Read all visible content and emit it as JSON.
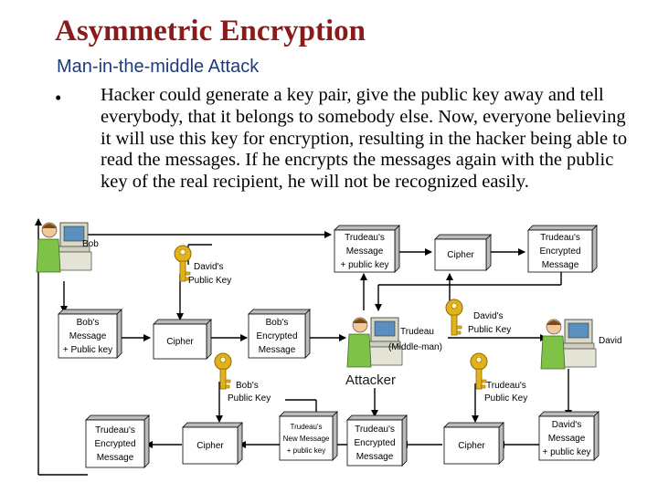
{
  "slide": {
    "title": "Asymmetric Encryption",
    "subtitle": "Man-in-the-middle Attack",
    "bullet": "•",
    "text": "Hacker could generate a key pair, give the public key away and tell everybody, that it belongs to somebody else. Now, everyone believing it will use this key for encryption, resulting in the hacker being able to read the messages. If he encrypts the messages again with the public key of the real recipient, he will not be recognized easily."
  },
  "diagram": {
    "people": {
      "bob": "Bob",
      "david": "David",
      "attacker_line1": "Trudeau",
      "attacker_line2": "(Middle-man)",
      "attacker_caption": "Attacker"
    },
    "boxes": {
      "trudeau_message_top": [
        "Trudeau's",
        "Message",
        "+ public key"
      ],
      "cipher_top": [
        "Cipher"
      ],
      "trudeau_encrypted_top": [
        "Trudeau's",
        "Encrypted",
        "Message"
      ],
      "bob_message": [
        "Bob's",
        "Message",
        "+ Public key"
      ],
      "cipher_left": [
        "Cipher"
      ],
      "bob_encrypted": [
        "Bob's",
        "Encrypted",
        "Message"
      ],
      "trudeau_encrypted_bottom_left": [
        "Trudeau's",
        "Encrypted",
        "Message"
      ],
      "cipher_bottom_left": [
        "Cipher"
      ],
      "trudeau_new_message": [
        "Trudeau's",
        "New Message",
        "+ public key"
      ],
      "trudeau_encrypted_bottom_mid": [
        "Trudeau's",
        "Encrypted",
        "Message"
      ],
      "cipher_bottom_right": [
        "Cipher"
      ],
      "david_message": [
        "David's",
        "Message",
        "+ public key"
      ]
    },
    "keys": {
      "davids_public_key": [
        "David's",
        "Public Key"
      ],
      "davids_public_key_right": [
        "David's",
        "Public Key"
      ],
      "bobs_public_key": [
        "Bob's",
        "Public Key"
      ],
      "trudeaus_public_key": [
        "Trudeau's",
        "Public Key"
      ]
    },
    "colors": {
      "box_fill": "#ffffff",
      "box_shade": "#bbbbbb",
      "key_gold": "#e2b21a",
      "line": "#000000",
      "title": "#8b1a1a",
      "subtitle": "#1f3a7a"
    }
  }
}
